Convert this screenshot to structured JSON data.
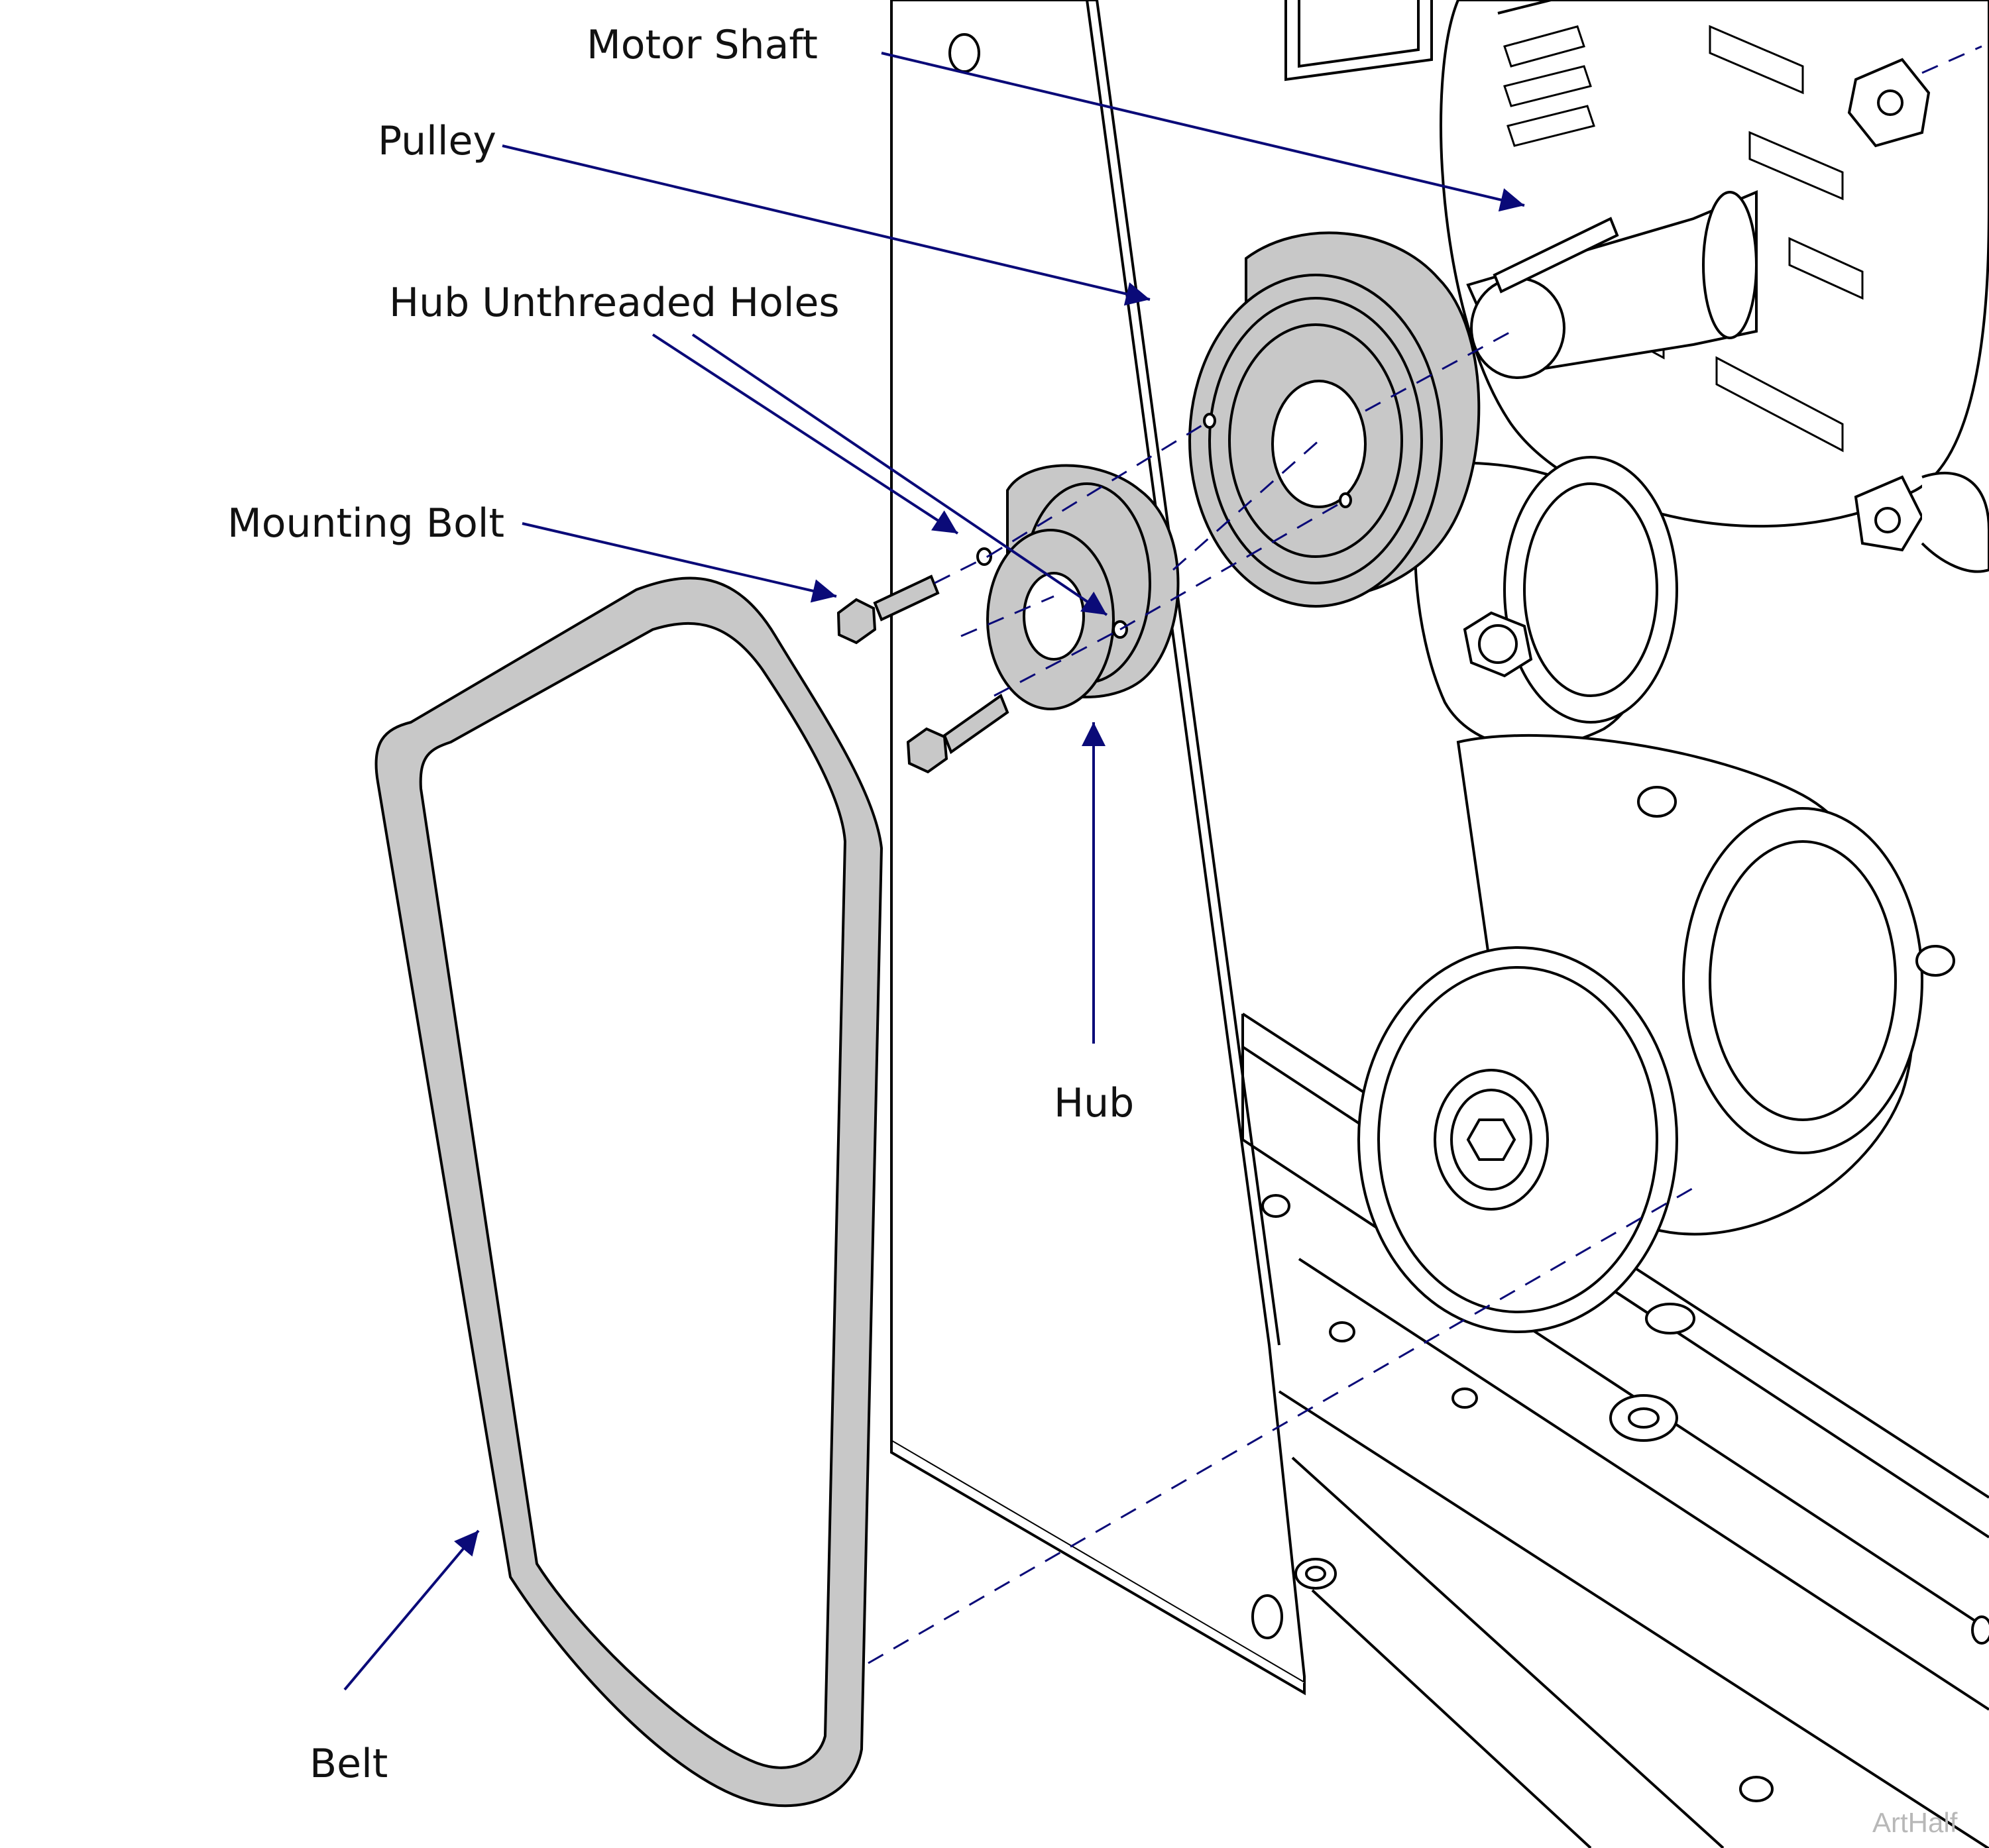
{
  "callouts": {
    "motor_shaft": "Motor Shaft",
    "pulley": "Pulley",
    "hub_unthreaded_holes": "Hub Unthreaded Holes",
    "mounting_bolt": "Mounting Bolt",
    "hub": "Hub",
    "belt": "Belt"
  },
  "credit": "ArtHalf",
  "colors": {
    "leader": "#0a0a78",
    "line": "#000000",
    "part_fill": "#c8c8c8",
    "background": "#ffffff"
  }
}
